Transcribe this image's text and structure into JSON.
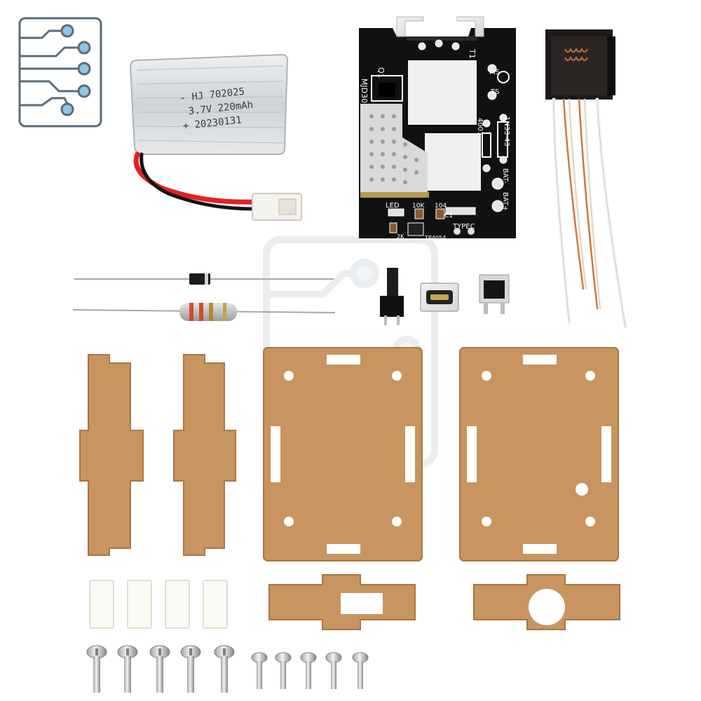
{
  "battery": {
    "line1": "- HJ 702025",
    "line2": "3.7V 220mAh",
    "line3": "+ 20230131"
  },
  "pcb": {
    "labels": {
      "t1": "T1",
      "q1": "Q1",
      "mjd": "MJD30",
      "ms": "MS",
      "ts": "TS",
      "d4007": "4007",
      "r1": "1N33-43",
      "bat_minus": "BAT-",
      "bat_plus": "BAT+",
      "led": "LED",
      "r10k": "10K",
      "c104": "104",
      "c1": "C1",
      "r2k": "2K",
      "ic": "TP4054",
      "typec": "TYPEC"
    }
  },
  "colors": {
    "acrylic": "#c8945f",
    "acrylic_edge": "#a87644",
    "pcb": "#111111",
    "pcb_silk": "#ffffff",
    "wire_red": "#e32020",
    "copper": "#c97a3f",
    "logo_blue": "#8ec5e8",
    "logo_stroke": "#5b6b78"
  },
  "icons": {
    "logo": "circuit-logo-icon",
    "watermark": "circuit-watermark-icon"
  }
}
